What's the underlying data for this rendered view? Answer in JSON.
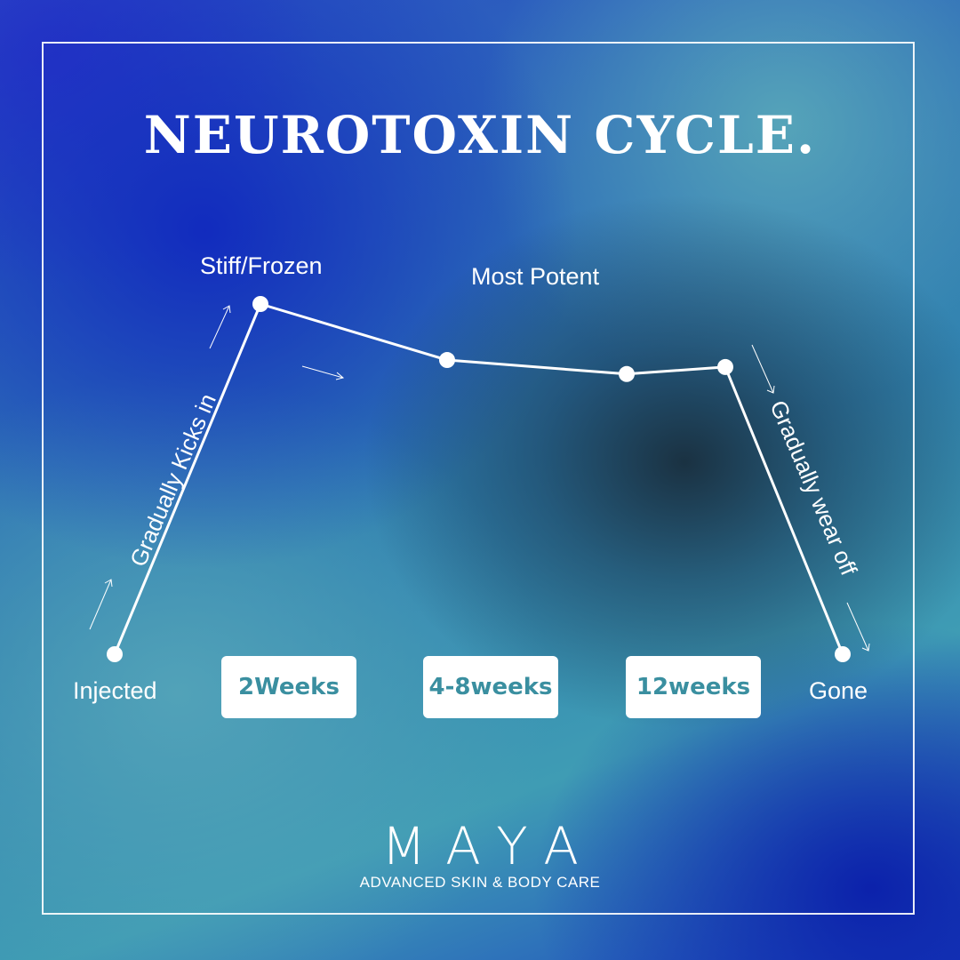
{
  "title": "NEUROTOXIN CYCLE.",
  "chart_data": {
    "type": "line",
    "series": [
      {
        "stage": "Injected",
        "level": 0
      },
      {
        "stage": "Stiff/Frozen",
        "level": 1.0
      },
      {
        "stage": "2Weeks",
        "level": 0.84
      },
      {
        "stage": "4-8weeks",
        "level": 0.8
      },
      {
        "stage": "12weeks",
        "level": 0.82
      },
      {
        "stage": "Gone",
        "level": 0
      }
    ]
  },
  "labels": {
    "injected": "Injected",
    "stiff": "Stiff/Frozen",
    "most_potent": "Most Potent",
    "gone": "Gone",
    "kicks_in": "Gradually Kicks in",
    "wear_off": "Gradually wear off"
  },
  "weeks": [
    "2Weeks",
    "4-8weeks",
    "12weeks"
  ],
  "brand": {
    "name": "MAYA",
    "tagline": "ADVANCED SKIN & BODY CARE"
  }
}
